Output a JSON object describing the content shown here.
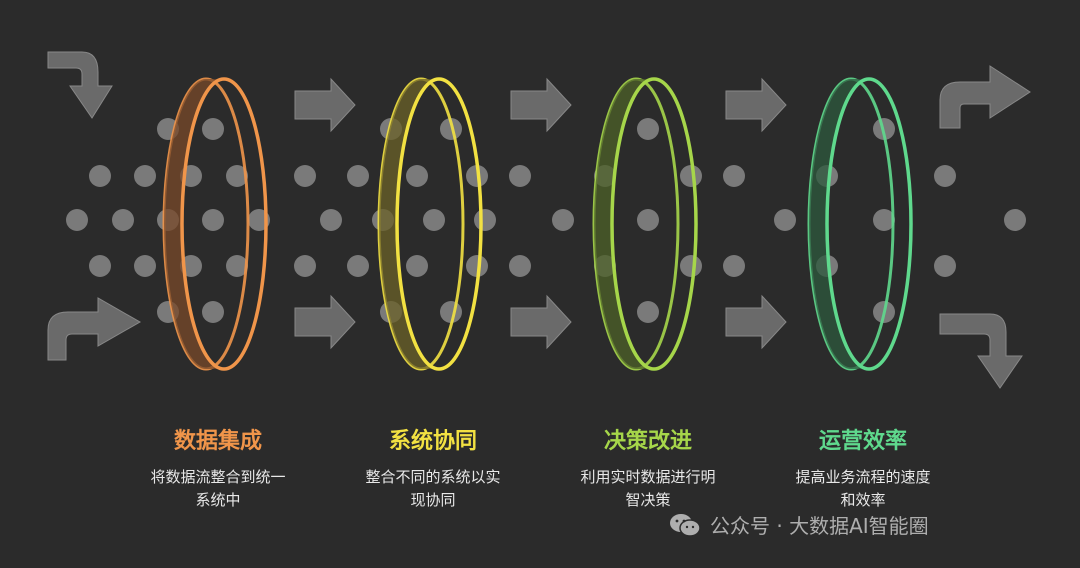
{
  "stages": [
    {
      "title": "数据集成",
      "desc_lines": [
        "将数据流整合到统一",
        "系统中"
      ],
      "color": "#f0954a",
      "fill": "#7a4a2a"
    },
    {
      "title": "系统协同",
      "desc_lines": [
        "整合不同的系统以实",
        "现协同"
      ],
      "color": "#f2e142",
      "fill": "#6b6228"
    },
    {
      "title": "决策改进",
      "desc_lines": [
        "利用实时数据进行明",
        "智决策"
      ],
      "color": "#a6d64a",
      "fill": "#4e6228"
    },
    {
      "title": "运营效率",
      "desc_lines": [
        "提高业务流程的速度",
        "和效率"
      ],
      "color": "#5fd98d",
      "fill": "#2e5a3e"
    }
  ],
  "watermark": {
    "text": "公众号 · 大数据AI智能圈",
    "icon": "wechat-icon"
  },
  "colors": {
    "background": "#2b2b2b",
    "dot": "#7a7a7a",
    "arrow": "#6a6a6a"
  }
}
